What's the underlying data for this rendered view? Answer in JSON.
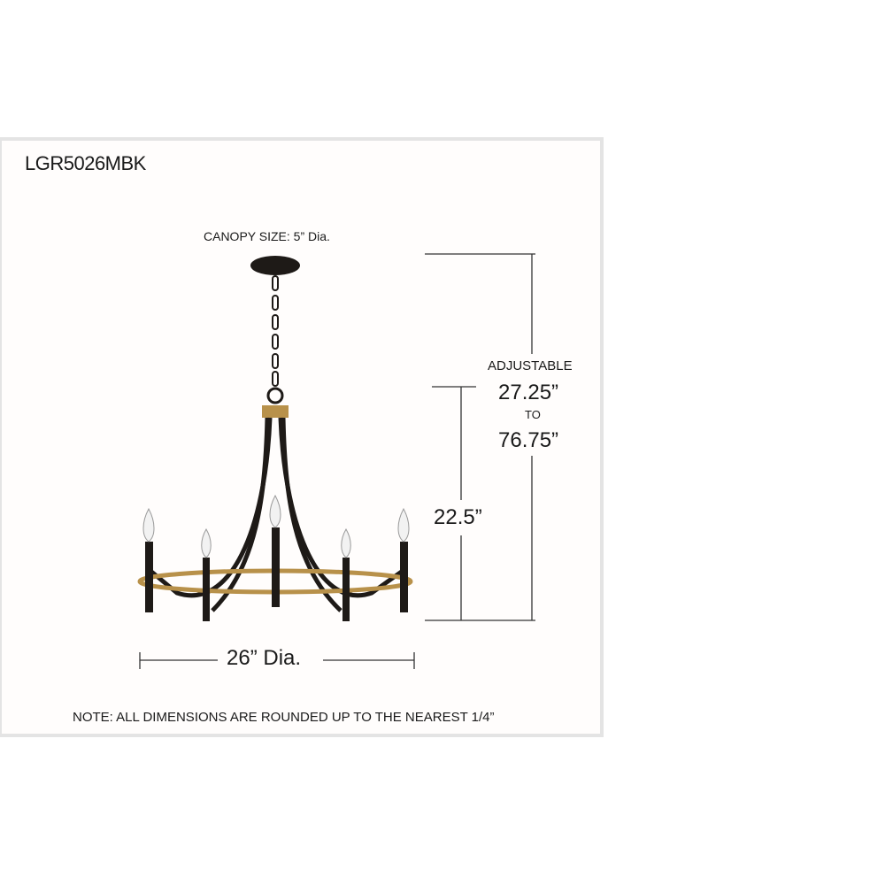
{
  "model": "LGR5026MBK",
  "canopy_label": "CANOPY SIZE:  5” Dia.",
  "dimensions": {
    "adjustable_label": "ADJUSTABLE",
    "min_height": "27.25”",
    "to_label": "TO",
    "max_height": "76.75”",
    "fixture_height": "22.5”",
    "diameter": "26” Dia."
  },
  "note": "NOTE: ALL DIMENSIONS ARE ROUNDED UP TO THE NEAREST 1/4”",
  "colors": {
    "finish_black": "#1e1a17",
    "accent_gold": "#b8914a"
  }
}
